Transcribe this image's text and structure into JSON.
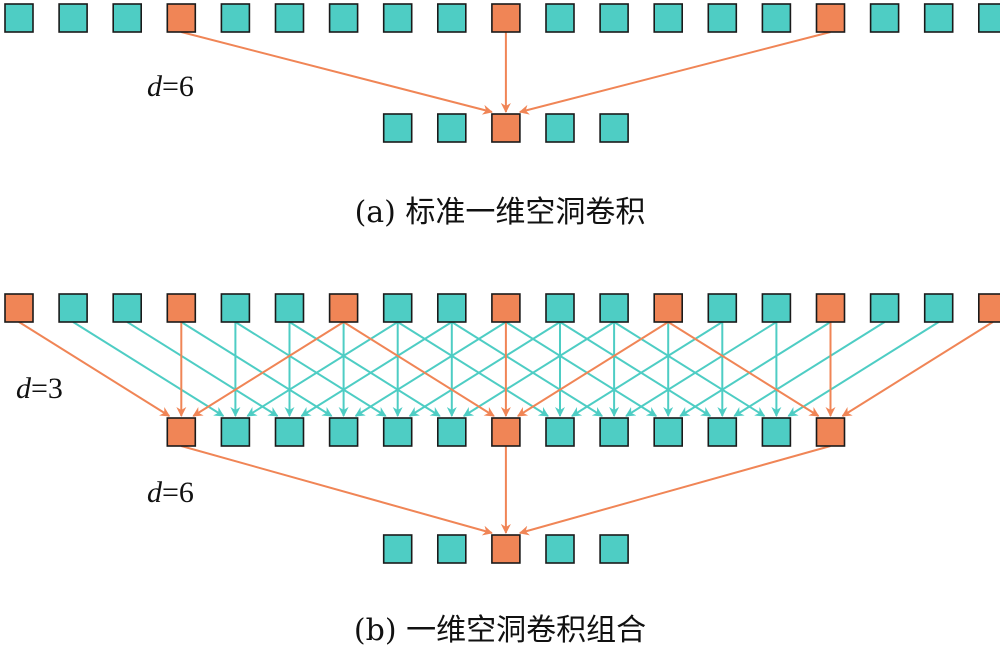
{
  "colors": {
    "cell": "#4ecdc4",
    "highlight": "#f08556",
    "stroke": "#1a1a1a",
    "arrow_teal": "#4ecdc4",
    "arrow_orange": "#f08556"
  },
  "panel_a": {
    "dilation_var": "d",
    "dilation_eq": "=6",
    "caption": "(a) 标准一维空洞卷积",
    "input_cells": 19,
    "input_highlight": [
      3,
      9,
      15
    ],
    "output_cells": 5,
    "output_highlight": [
      2
    ],
    "dilation": 6
  },
  "panel_b": {
    "layer1_dilation_var": "d",
    "layer1_dilation_eq": "=3",
    "layer2_dilation_var": "d",
    "layer2_dilation_eq": "=6",
    "caption": "(b) 一维空洞卷积组合",
    "input_cells": 19,
    "input_highlight": [
      0,
      3,
      6,
      9,
      12,
      15,
      18
    ],
    "mid_cells": 13,
    "mid_highlight": [
      0,
      6,
      12
    ],
    "output_cells": 5,
    "output_highlight": [
      2
    ],
    "dilation1": 3,
    "dilation2": 6
  }
}
